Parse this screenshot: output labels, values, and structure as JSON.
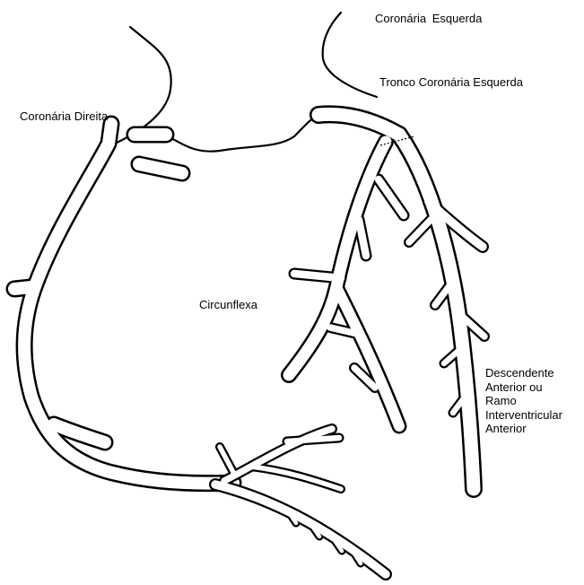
{
  "labels": {
    "coronaria_esquerda": "Coronária   Esquerda",
    "tronco_coronaria_esquerda": "Tronco Coronária Esquerda",
    "coronaria_direita": "Coronária Direita",
    "circunflexa": "Circunflexa",
    "descendente_lines": [
      "Descendente",
      "Anterior ou",
      "Ramo",
      "Interventricular",
      "Anterior"
    ]
  },
  "colors": {
    "outline": "#000000",
    "vessel_fill": "#ffffff",
    "background": "#ffffff"
  }
}
